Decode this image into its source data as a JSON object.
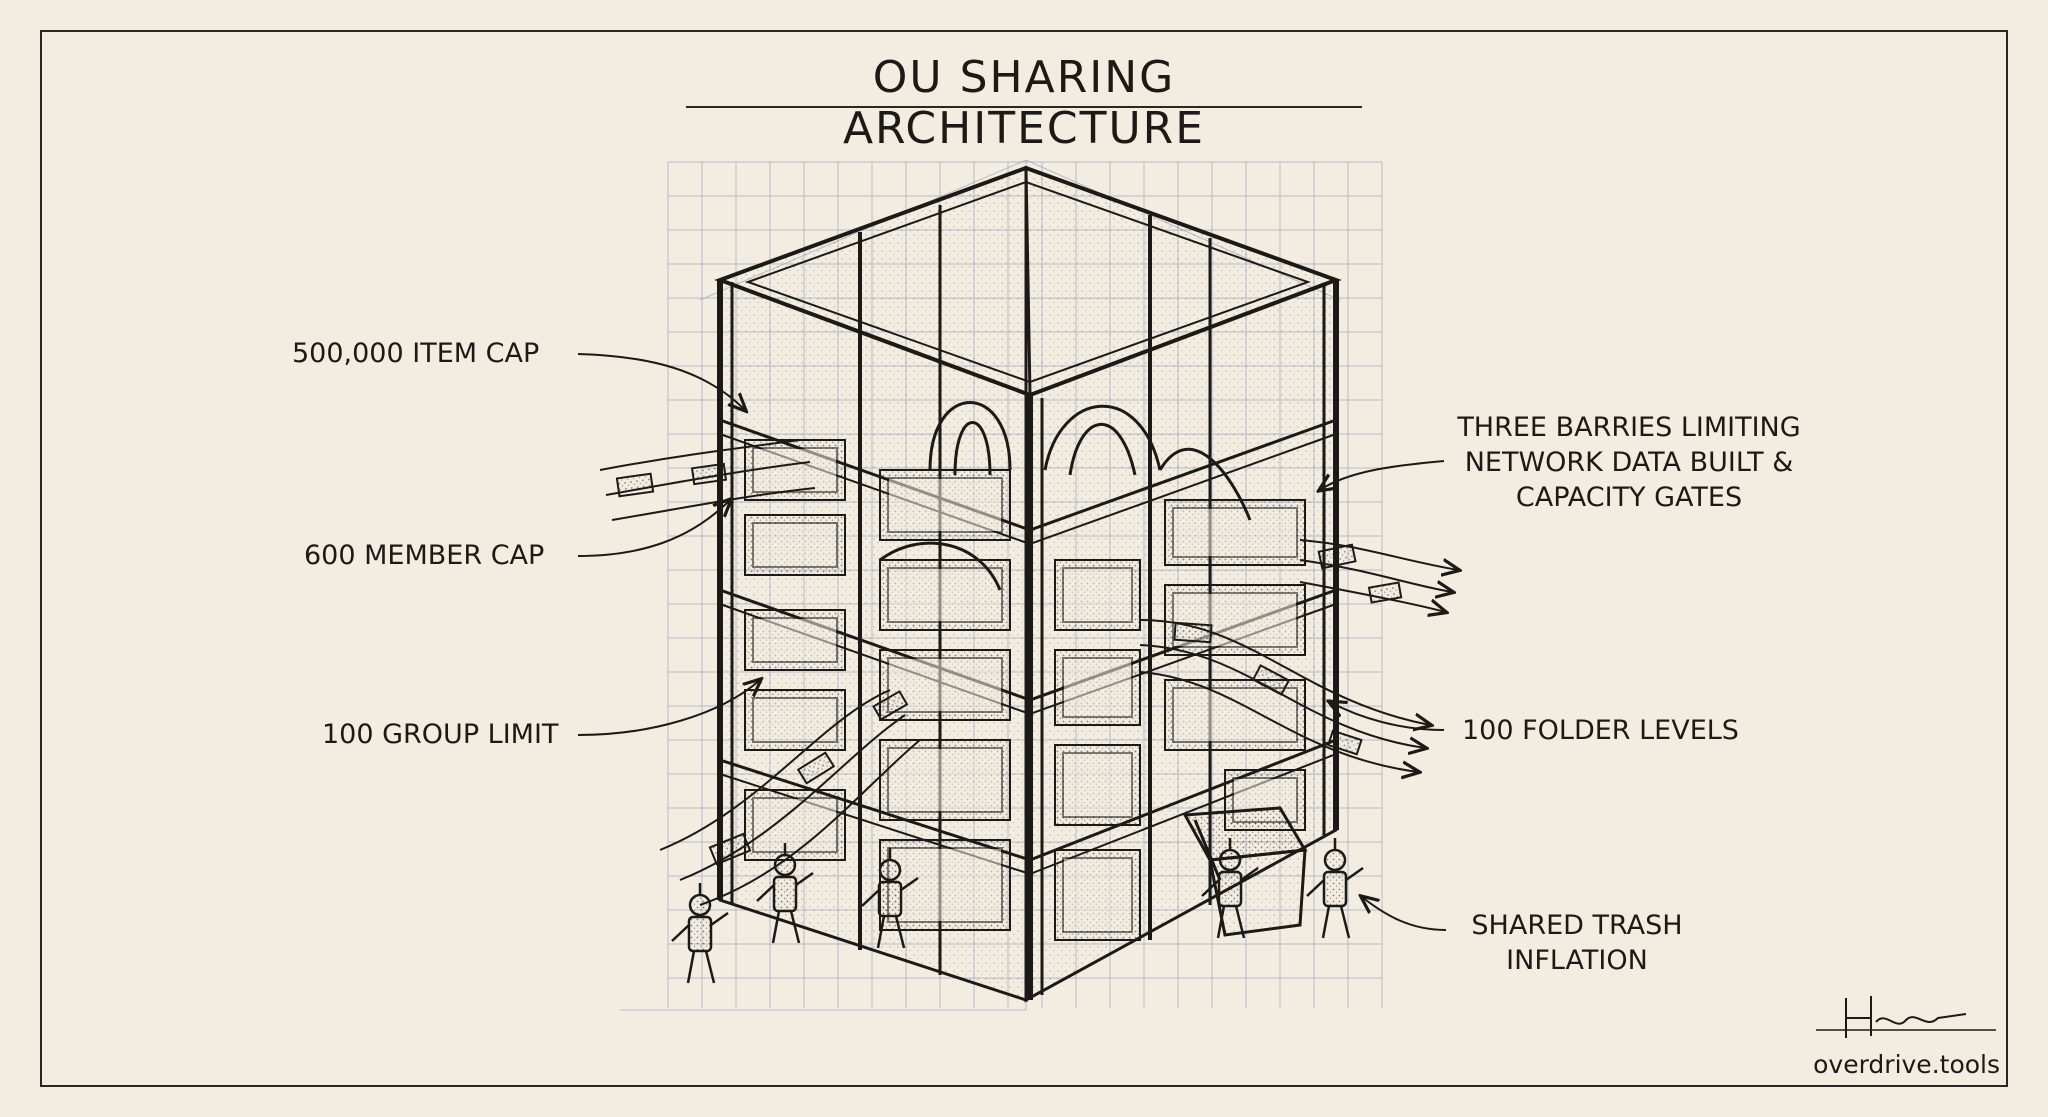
{
  "title": "OU SHARING ARCHITECTURE",
  "labels": {
    "item_cap": "500,000 ITEM CAP",
    "member_cap": "600 MEMBER CAP",
    "group_limit": "100 GROUP LIMIT",
    "barries": [
      "THREE BARRIES LIMITING",
      "NETWORK DATA BUILT &",
      "CAPACITY GATES"
    ],
    "folder_levels": "100 FOLDER LEVELS",
    "trash": [
      "SHARED TRASH",
      "INFLATION"
    ]
  },
  "brand": "overdrive.tools",
  "colors": {
    "paper": "#f3ede1",
    "ink": "#1c1a17",
    "grid": "#9aa9c4"
  }
}
